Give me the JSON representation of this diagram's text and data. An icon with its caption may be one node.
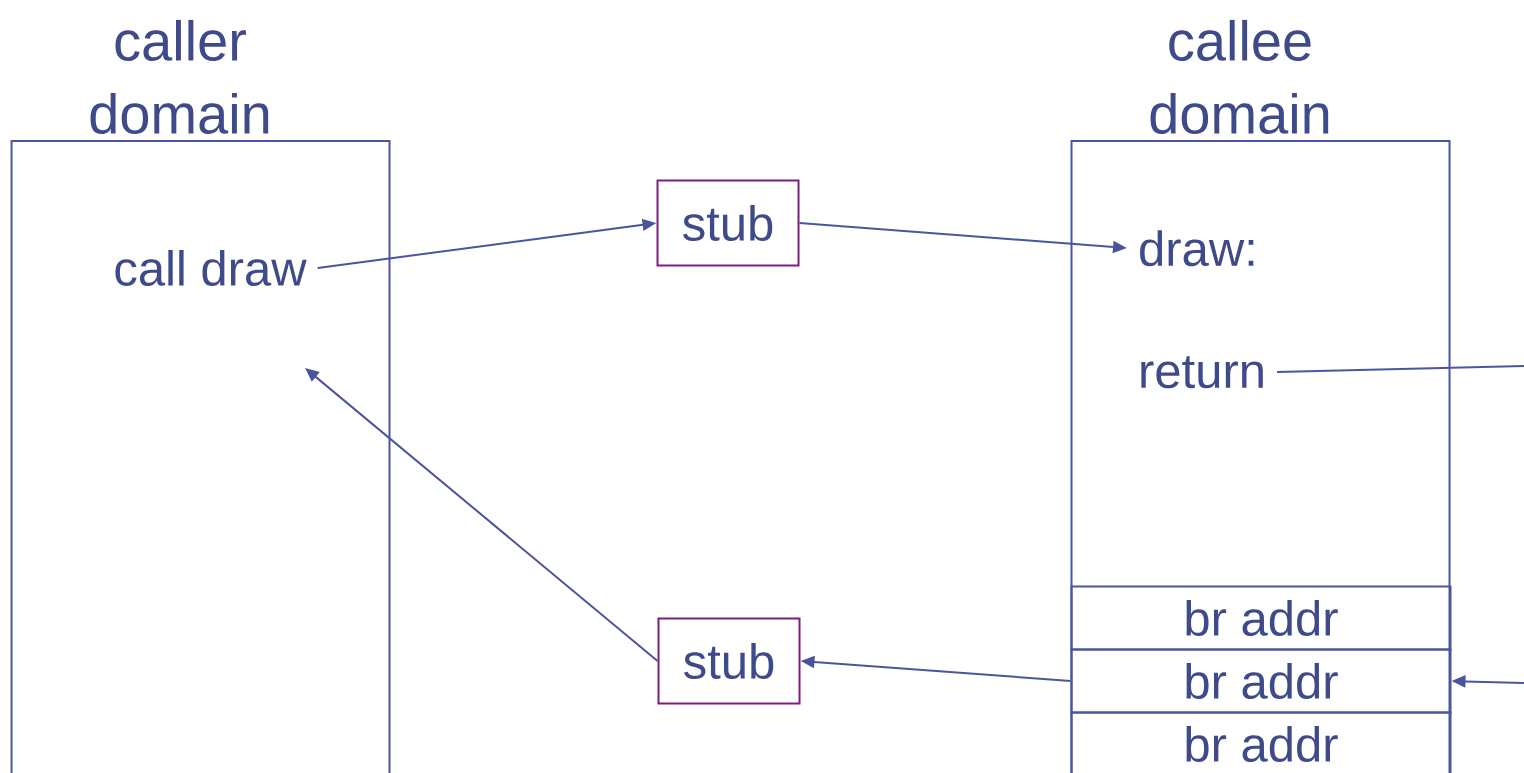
{
  "diagram": {
    "nodes": [
      {
        "text": [
          "caller domain"
        ]
      },
      {
        "text": [
          "call draw"
        ],
        "in": 0
      },
      {
        "text": [
          "stub"
        ]
      },
      {
        "text": [
          "callee domain"
        ]
      },
      {
        "text": [
          "draw:"
        ],
        "in": 3
      },
      {
        "text": [
          "return"
        ],
        "in": 3
      },
      {
        "text": [
          "br addr"
        ],
        "in": 3
      },
      {
        "text": [
          "br addr"
        ],
        "in": 3
      },
      {
        "text": [
          "br addr"
        ],
        "in": 3
      },
      {
        "text": [
          "stub"
        ]
      }
    ],
    "edges": [
      {
        "from": 1,
        "to": 2,
        "arrow": "to"
      },
      {
        "from": 2,
        "to": 4,
        "arrow": "to"
      },
      {
        "from": 5,
        "to": null,
        "arrow": "none"
      },
      {
        "from": null,
        "to": 7,
        "arrow": "to"
      },
      {
        "from": 7,
        "to": 9,
        "arrow": "to"
      },
      {
        "from": 9,
        "to": null,
        "arrow": "to"
      }
    ]
  }
}
